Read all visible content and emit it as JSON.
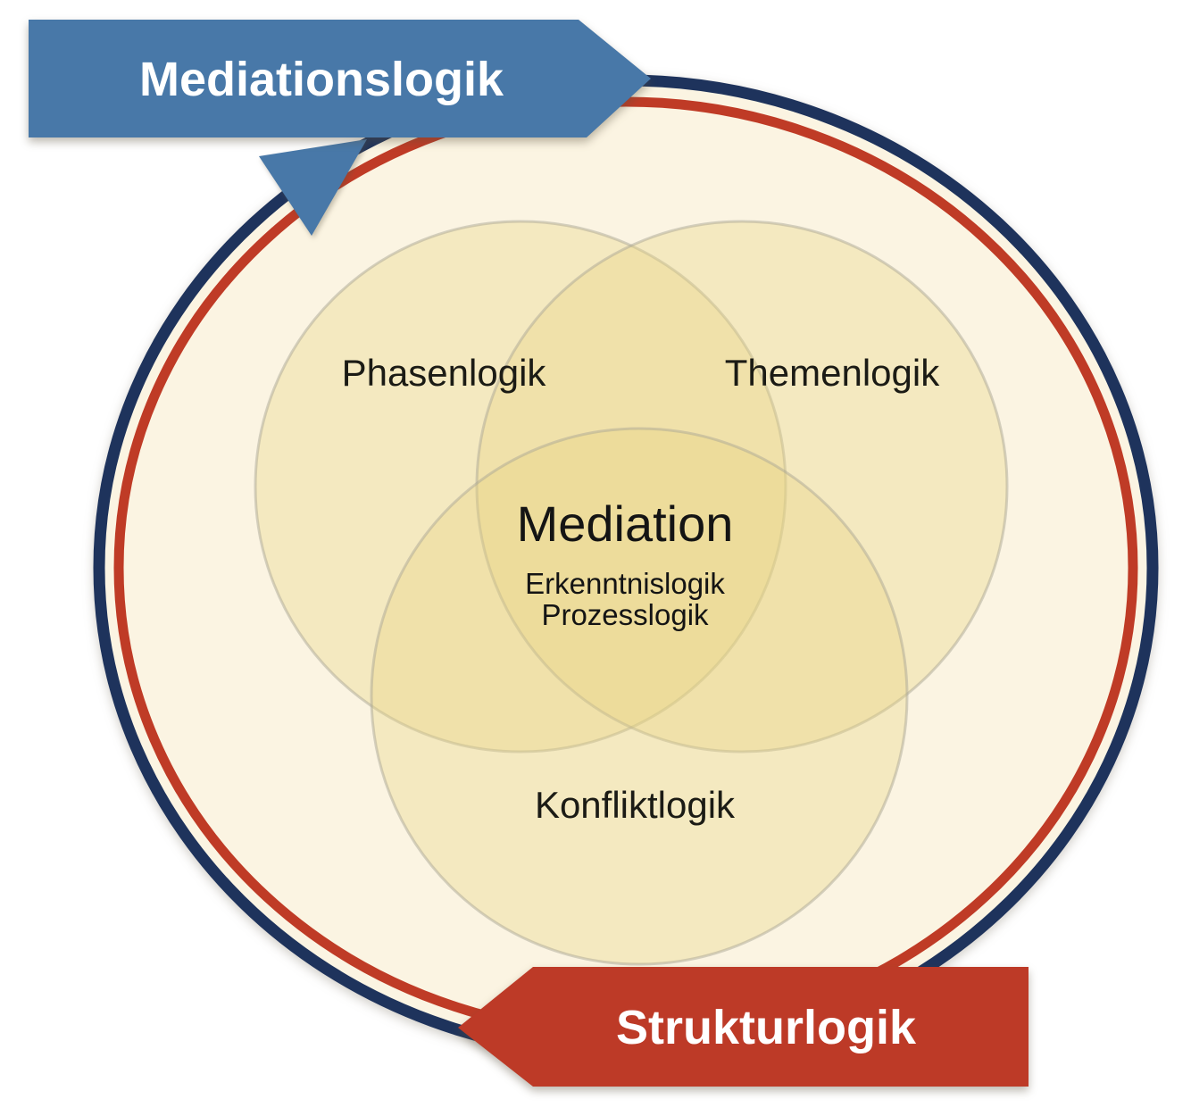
{
  "colors": {
    "background": "#FFFFFF",
    "ring_navy": "#1E335C",
    "ring_red": "#BF3B26",
    "inner_fill_cream": "#FBF4E2",
    "banner_blue": "#4878A8",
    "banner_red": "#BD3A27",
    "banner_text": "#FFFFFF",
    "venn_fill_single": "#F4E8C0",
    "venn_fill_double": "#F0E1AA",
    "venn_fill_triple": "#EDDC9C",
    "label_text": "#1B1B15"
  },
  "banners": {
    "top": {
      "label": "Mediationslogik"
    },
    "bottom": {
      "label": "Strukturlogik"
    }
  },
  "venn": {
    "left_circle_label": "Phasenlogik",
    "right_circle_label": "Themenlogik",
    "bottom_circle_label": "Konfliktlogik",
    "center_title": "Mediation",
    "center_subtitle_1": "Erkenntnislogik",
    "center_subtitle_2": "Prozesslogik"
  }
}
